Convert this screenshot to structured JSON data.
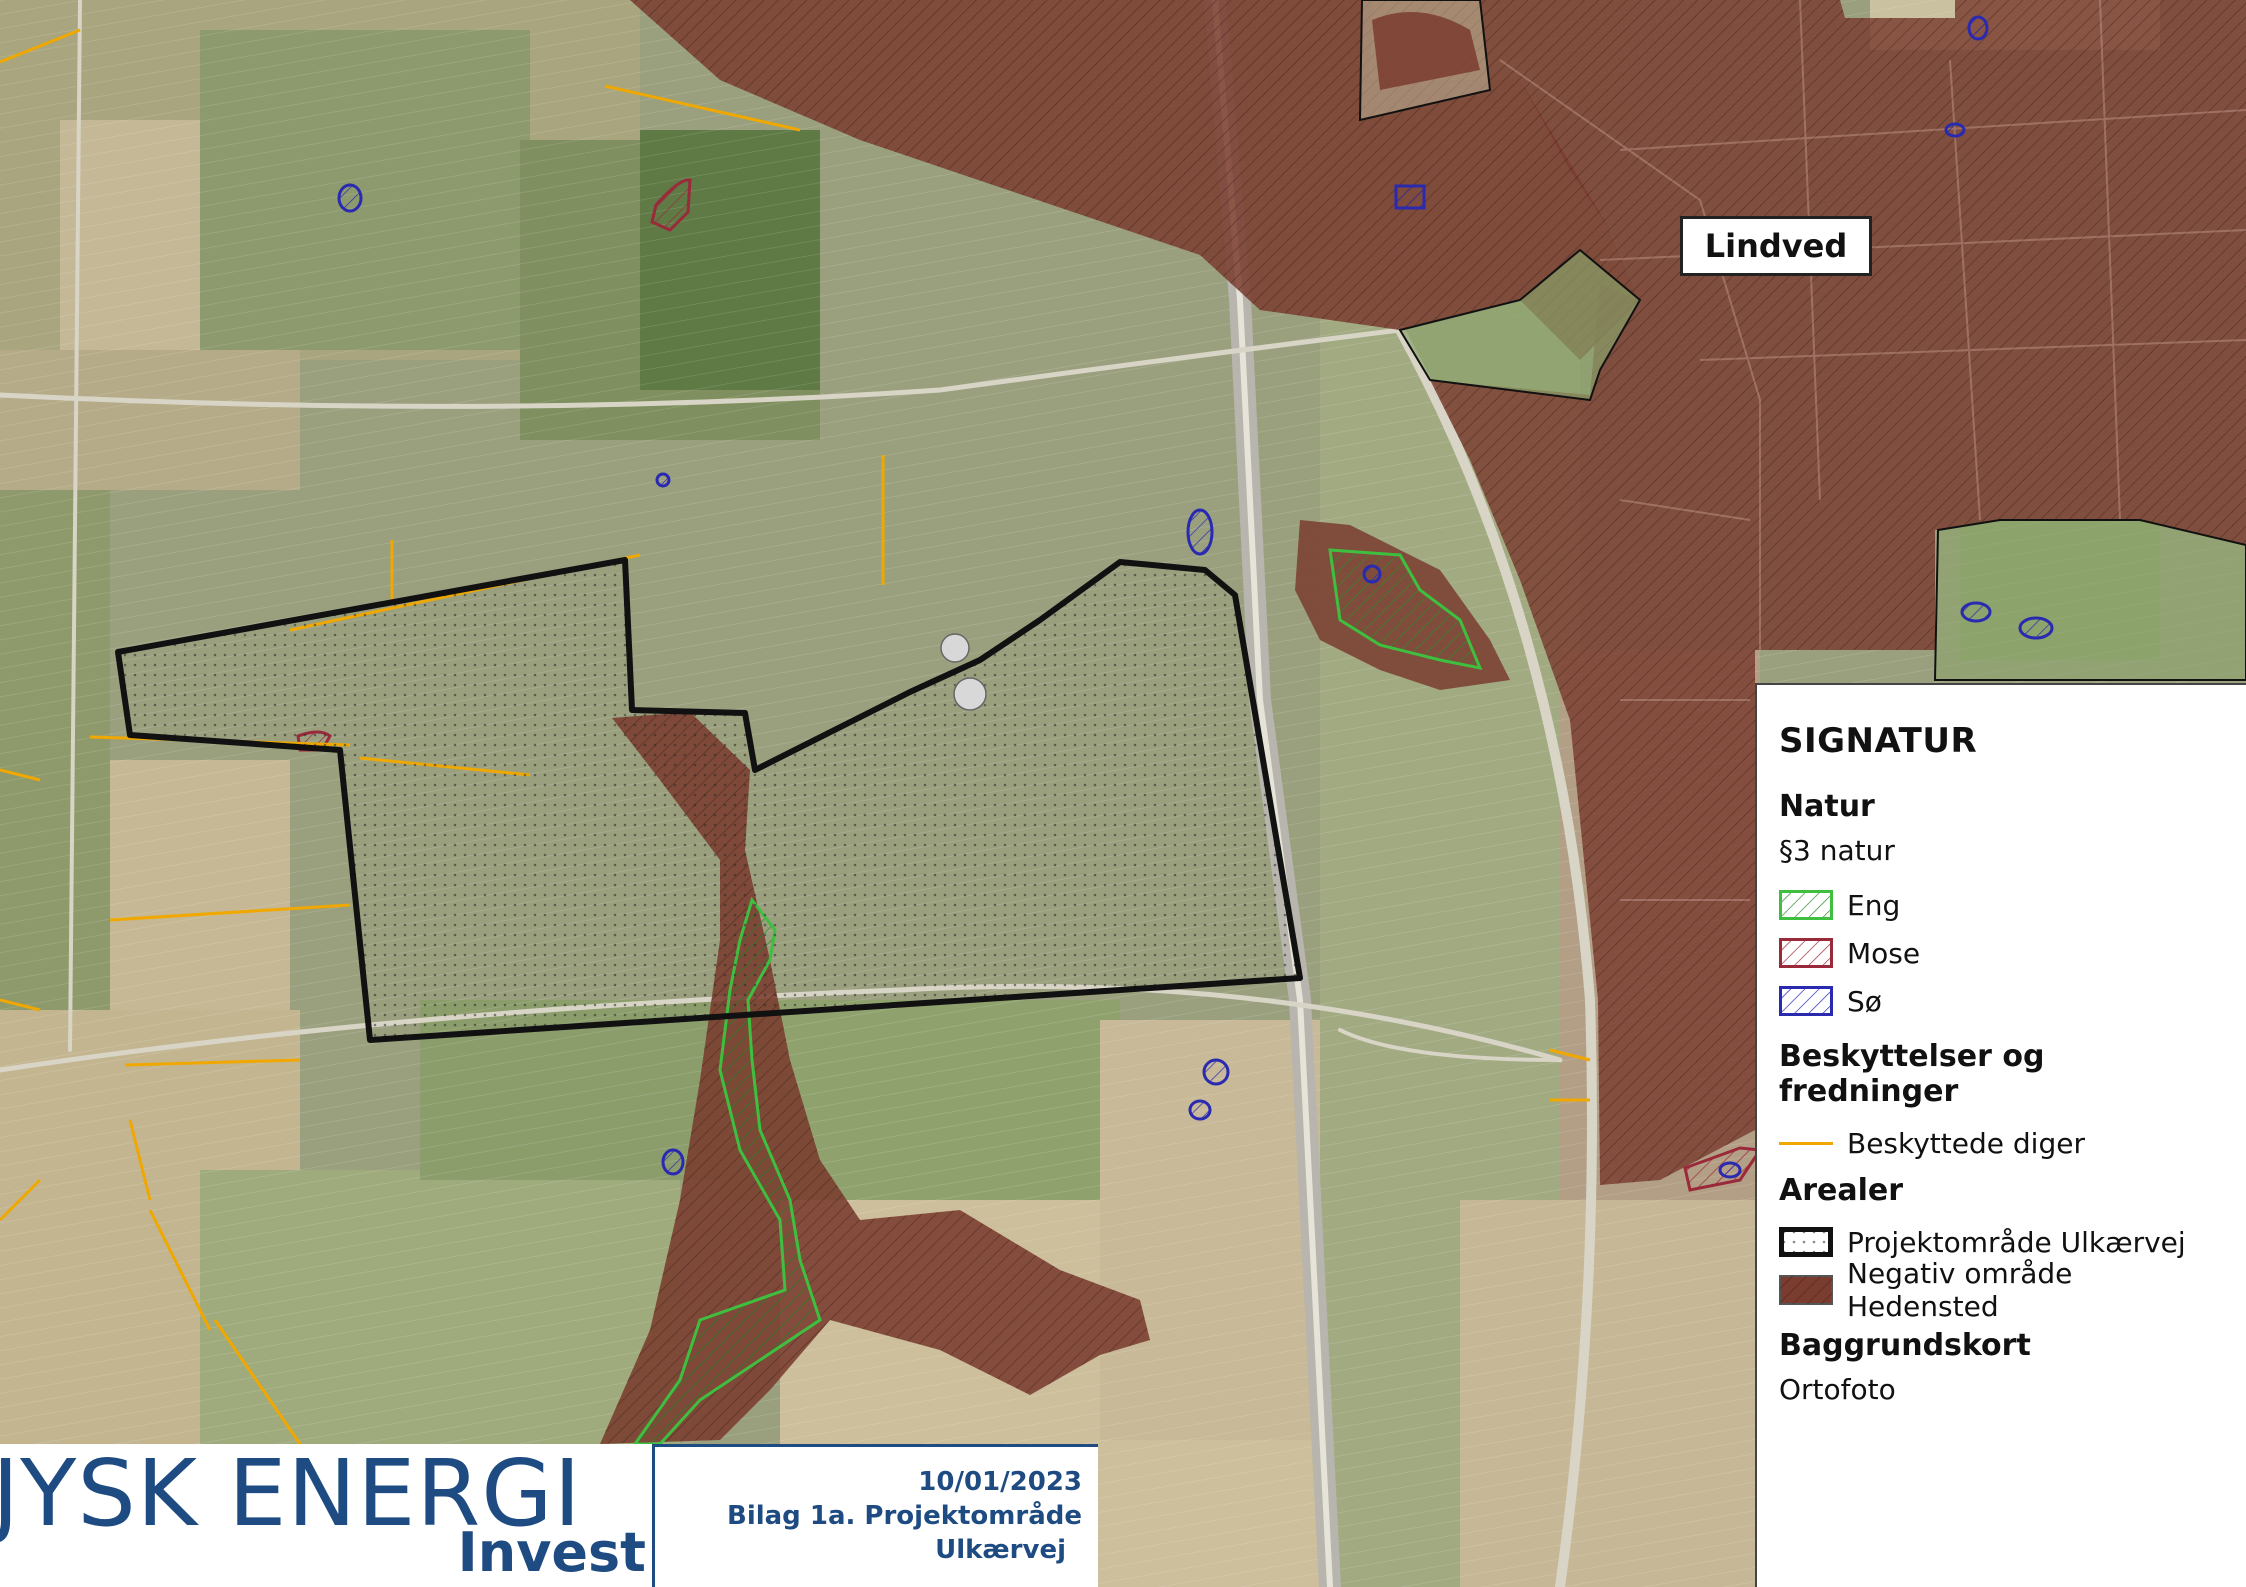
{
  "map": {
    "town_label": "Lindved",
    "colors": {
      "background": "#9aa07e",
      "field_light": "#c9bfa4",
      "field_green": "#7d9064",
      "negative_area": "#7a3c2f",
      "project_outline": "#111111",
      "eng": "#3fbf3f",
      "mose": "#9a2a3a",
      "so": "#2a2ab0",
      "diger": "#f0a800"
    }
  },
  "legend": {
    "title": "SIGNATUR",
    "sections": {
      "natur": "Natur",
      "paragraf3": "§3 natur",
      "eng": "Eng",
      "mose": "Mose",
      "so": "Sø",
      "beskyttelser": "Beskyttelser og fredninger",
      "diger": "Beskyttede diger",
      "arealer": "Arealer",
      "projekt": "Projektområde Ulkærvej",
      "negativ": "Negativ område Hedensted",
      "baggrund": "Baggrundskort",
      "ortofoto": "Ortofoto"
    }
  },
  "logo": {
    "main": "JYSK ENERGI",
    "sub": "Invest"
  },
  "title_block": {
    "date": "10/01/2023",
    "line1": "Bilag 1a. Projektområde",
    "line2": "Ulkærvej"
  }
}
